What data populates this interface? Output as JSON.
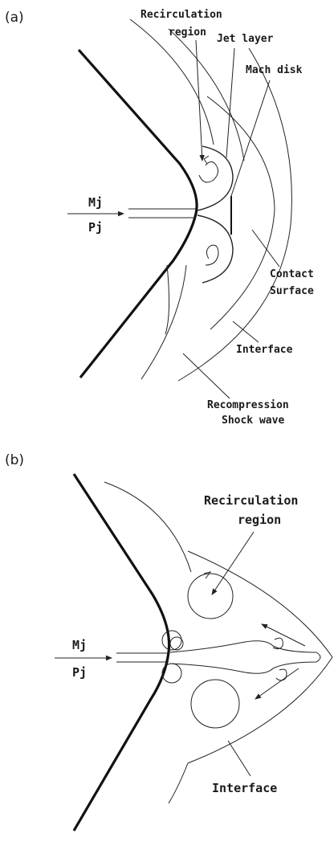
{
  "panel_a": {
    "tag": "(a)",
    "labels": {
      "recirculation_line1": "Recirculation",
      "recirculation_line2": "region",
      "jet_layer": "Jet layer",
      "mach_disk": "Mach disk",
      "mj": "Mj",
      "pj": "Pj",
      "contact_line1": "Contact",
      "contact_line2": "Surface",
      "interface": "Interface",
      "recompression_line1": "Recompression",
      "recompression_line2": "Shock wave"
    }
  },
  "panel_b": {
    "tag": "(b)",
    "labels": {
      "recirculation_line1": "Recirculation",
      "recirculation_line2": "region",
      "mj": "Mj",
      "pj": "Pj",
      "interface": "Interface"
    }
  }
}
